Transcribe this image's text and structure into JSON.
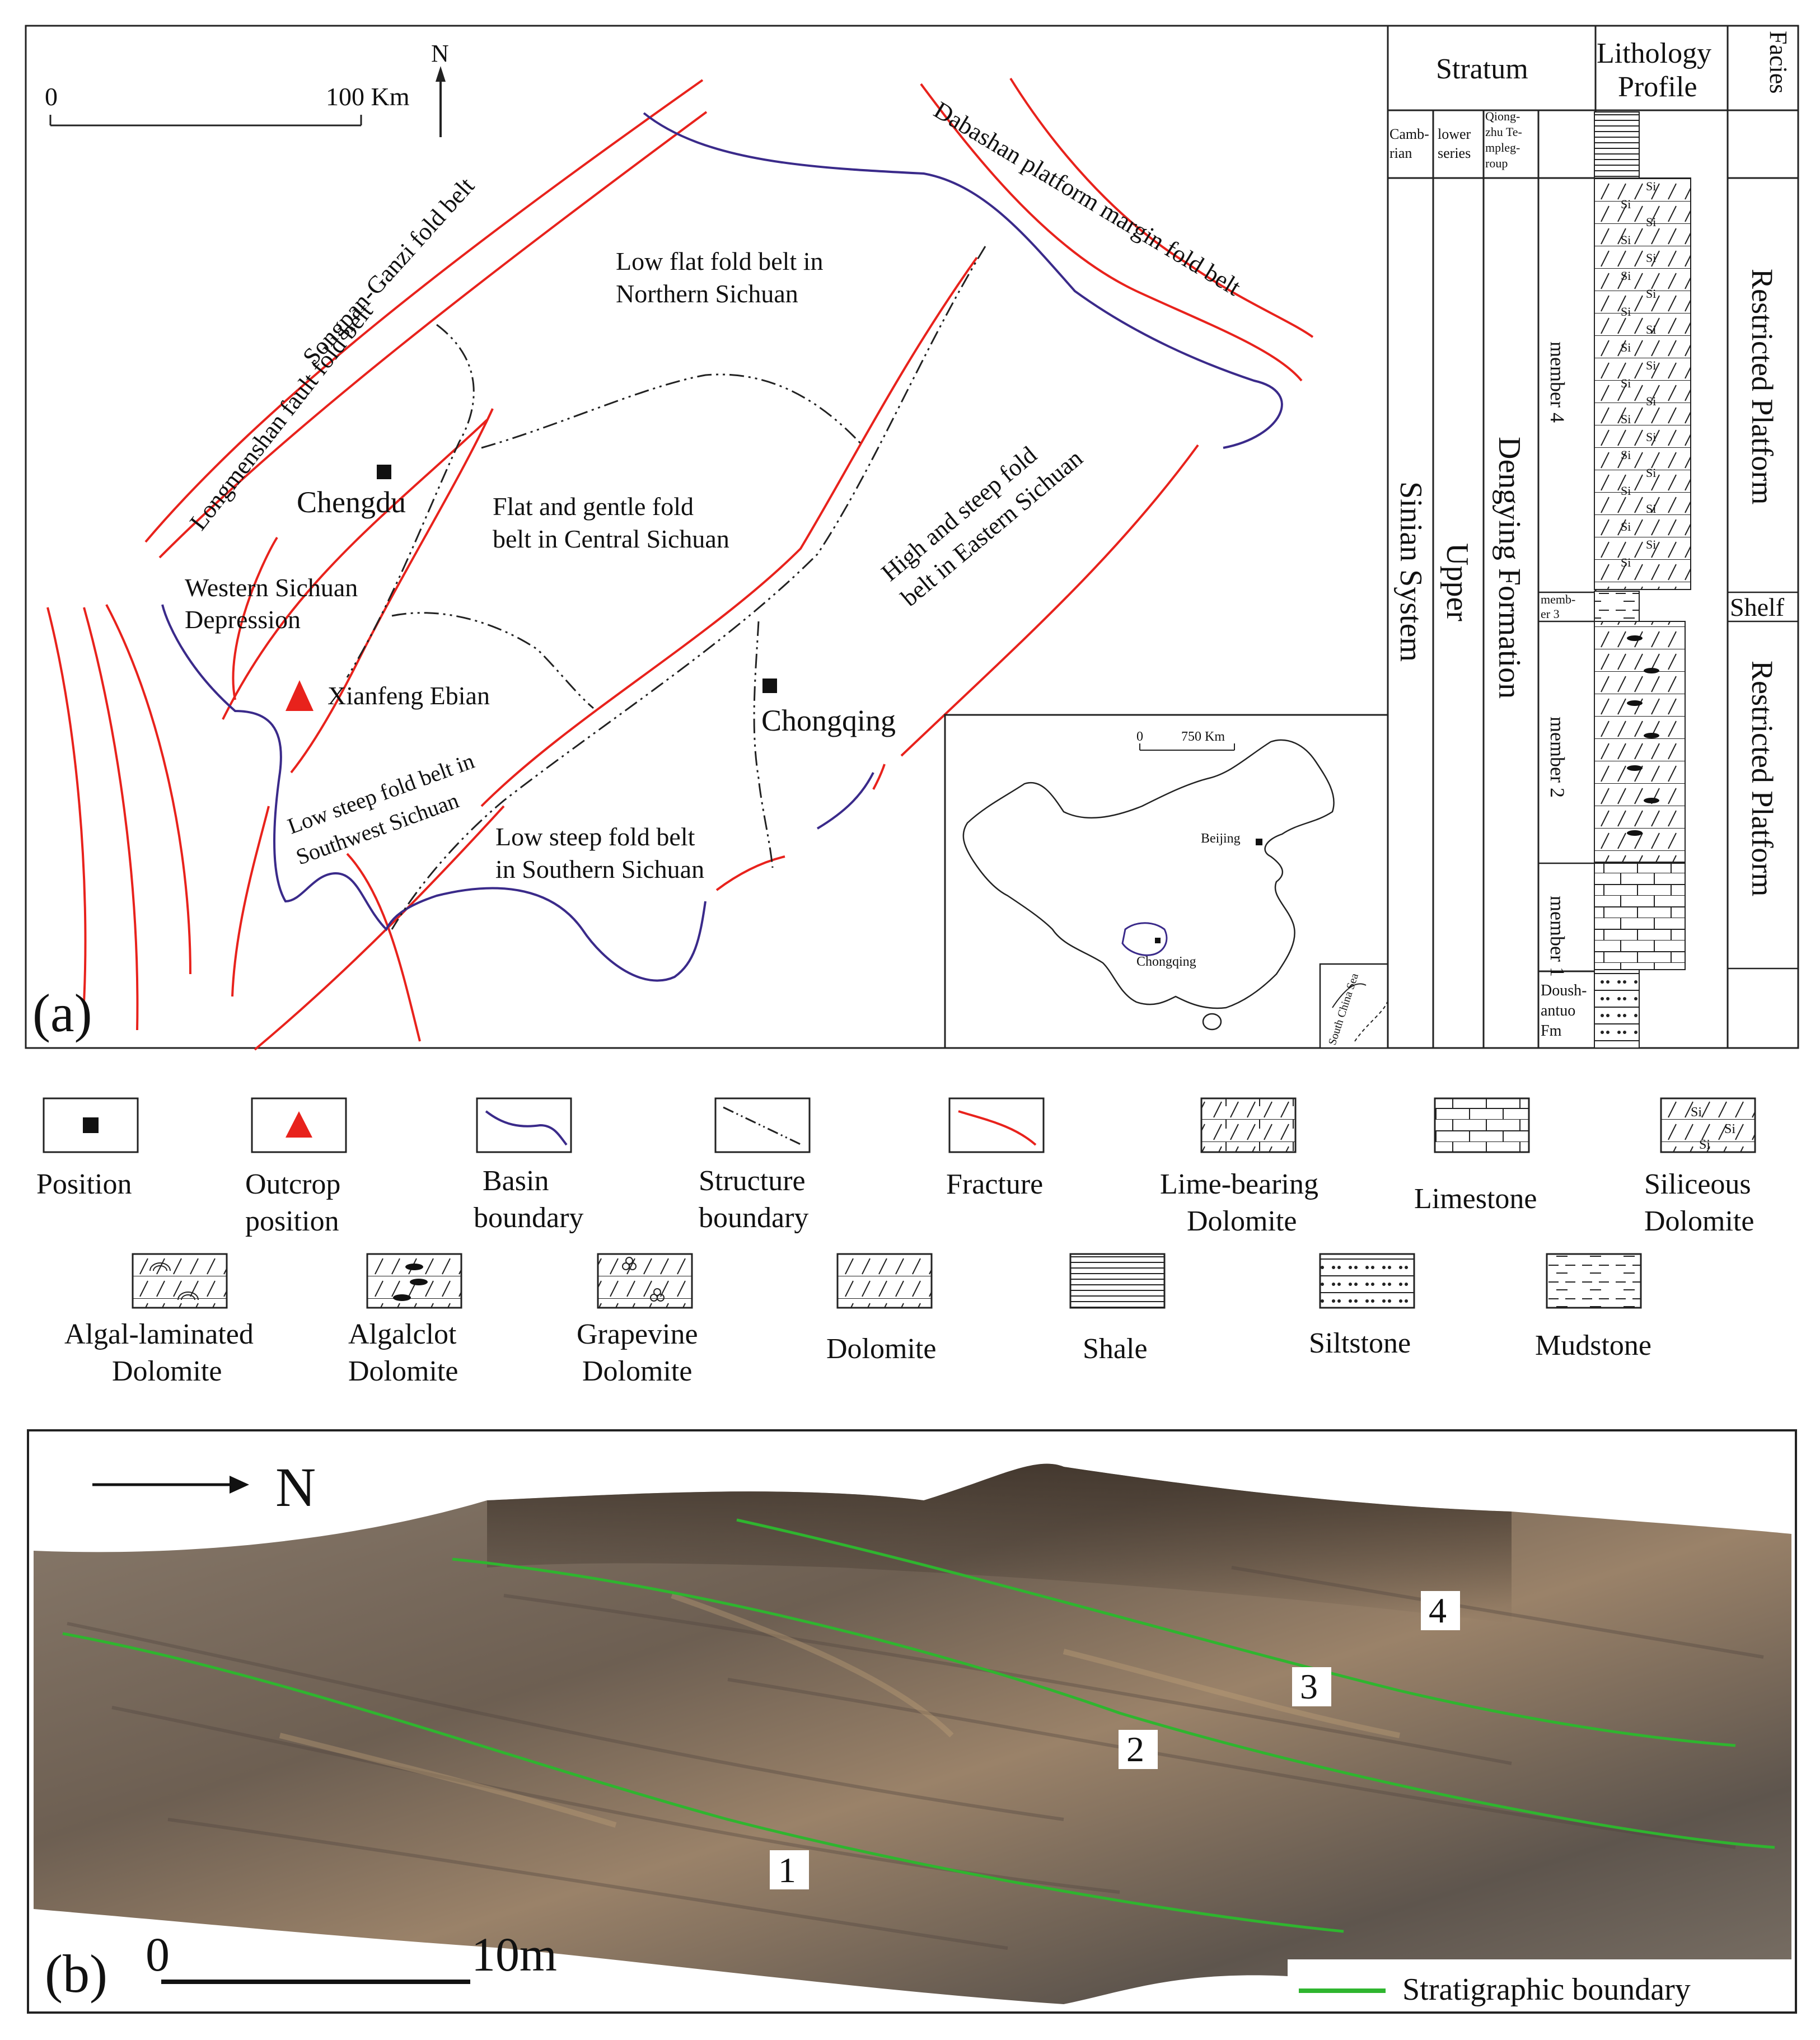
{
  "panel_a": {
    "label": "(a)",
    "scale": {
      "zero": "0",
      "end": "100 Km"
    },
    "north": "N",
    "belts": {
      "songpan": "Songpan-Ganzi  fold belt",
      "longmenshan": "Longmenshan fault fold belt",
      "dabashan": "Dabashan platform  margin fold belt",
      "northern_1": "Low flat fold belt in",
      "northern_2": "Northern Sichuan",
      "central_1": "Flat and gentle fold",
      "central_2": "belt in Central Sichuan",
      "eastern_1": "High and steep fold",
      "eastern_2": "belt in Eastern Sichuan",
      "western_1": "Western Sichuan",
      "western_2": "Depression",
      "southwest_1": "Low steep fold belt in",
      "southwest_2": "Southwest Sichuan",
      "southern_1": "Low steep fold belt",
      "southern_2": "in Southern Sichuan"
    },
    "cities": {
      "chengdu": "Chengdu",
      "chongqing": "Chongqing"
    },
    "outcrop": "Xianfeng Ebian",
    "inset": {
      "scale_zero": "0",
      "scale_end": "750 Km",
      "beijing": "Beijing",
      "chongqing": "Chongqing",
      "sea": "South China Sea"
    }
  },
  "stratigraphy": {
    "header_stratum": "Stratum",
    "header_lithology_1": "Lithology",
    "header_lithology_2": "Profile",
    "header_facies": "Facies",
    "cambrian_1": "Camb-",
    "cambrian_2": "rian",
    "lower_1": "lower",
    "lower_2": "series",
    "qiong_1": "Qiong-",
    "qiong_2": "zhu Te-",
    "qiong_3": "mpleg-",
    "qiong_4": "roup",
    "system": "Sinian  System",
    "upper": "Upper",
    "formation": "Dengying Formation",
    "member4": "member 4",
    "member3_1": "memb-",
    "member3_2": "er 3",
    "member2": "member 2",
    "member1": "member 1",
    "doush_1": "Doush-",
    "doush_2": "antuo",
    "doush_3": "Fm",
    "facies_top": "Restricted Platform",
    "facies_shelf": "Shelf",
    "facies_bottom": "Restricted Platform",
    "si": "Si"
  },
  "legend": {
    "position": "Position",
    "outcrop_1": "Outcrop",
    "outcrop_2": "position",
    "basin_1": "Basin",
    "basin_2": "boundary",
    "structure_1": "Structure",
    "structure_2": "boundary",
    "fracture": "Fracture",
    "lime_1": "Lime-bearing",
    "lime_2": "Dolomite",
    "limestone": "Limestone",
    "siliceous_1": "Siliceous",
    "siliceous_2": "Dolomite",
    "algal_1": "Algal-laminated",
    "algal_2": "Dolomite",
    "algalclot_1": "Algalclot",
    "algalclot_2": "Dolomite",
    "grapevine_1": "Grapevine",
    "grapevine_2": "Dolomite",
    "dolomite": "Dolomite",
    "shale": "Shale",
    "siltstone": "Siltstone",
    "mudstone": "Mudstone"
  },
  "panel_b": {
    "label": "(b)",
    "north": "N",
    "scale_zero": "0",
    "scale_end": "10m",
    "members": [
      "1",
      "2",
      "3",
      "4"
    ],
    "legend": "Stratigraphic boundary"
  },
  "colors": {
    "fracture": "#e8221c",
    "basin": "#3a2a8a",
    "outcrop": "#e8221c",
    "boundary_green": "#2fb52f",
    "rock": "#6f6356"
  }
}
